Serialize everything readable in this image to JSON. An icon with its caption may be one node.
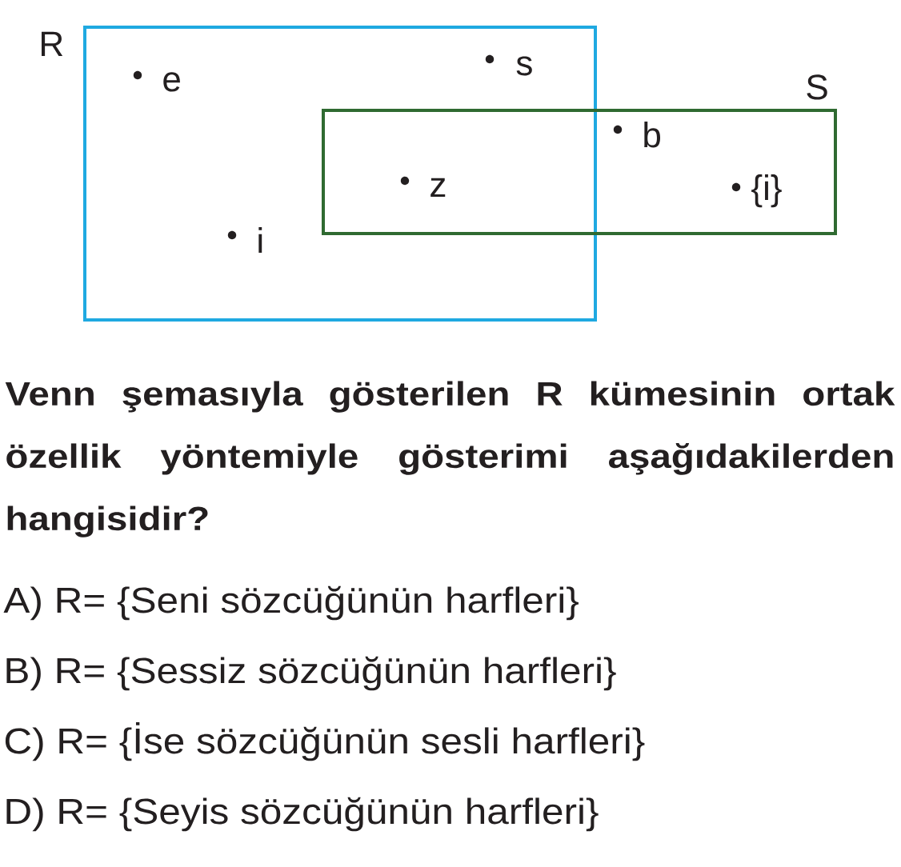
{
  "diagram": {
    "nodes": [
      {
        "text": [
          "R"
        ]
      },
      {
        "text": [
          "e"
        ],
        "in": 0
      },
      {
        "text": [
          "s"
        ],
        "in": 0
      },
      {
        "text": [
          "S"
        ]
      },
      {
        "text": [
          "b"
        ],
        "in": 3
      },
      {
        "text": [
          "z"
        ]
      },
      {
        "text": [
          "{i}"
        ],
        "in": 3
      },
      {
        "text": [
          "i"
        ],
        "in": 0
      }
    ],
    "labels": [
      "Venn şemasıyla gösterilen R kümesinin ortak özellik yöntemiyle gösterimi aşağıdakilerden hangisidir?",
      "A) R= {Seni sözcüğünün harfleri}",
      "B) R= {Sessiz sözcüğünün harfleri}",
      "C) R= {İse sözcüğünün sesli harfleri}",
      "D) R= {Seyis sözcüğünün harfleri}"
    ]
  }
}
